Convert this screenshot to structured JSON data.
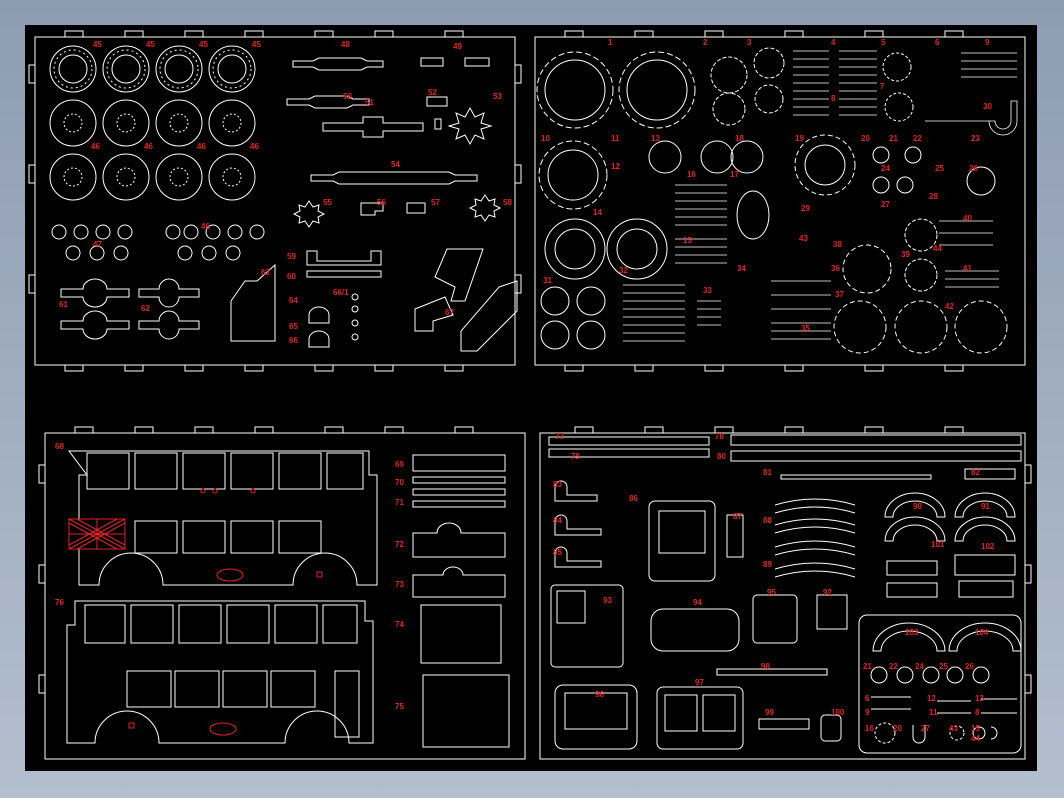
{
  "title": "",
  "sheets": [
    {
      "name": "sheet-top-left",
      "labels": [
        "45",
        "45",
        "45",
        "45",
        "46",
        "46",
        "46",
        "46",
        "46",
        "47",
        "48",
        "49",
        "50",
        "51",
        "52",
        "53",
        "54",
        "55",
        "56",
        "57",
        "58",
        "59",
        "60",
        "61",
        "62",
        "63",
        "64",
        "65",
        "66/1",
        "66",
        "67"
      ]
    },
    {
      "name": "sheet-top-right",
      "labels": [
        "1",
        "2",
        "3",
        "4",
        "5",
        "6",
        "7",
        "8",
        "9",
        "10",
        "11",
        "12",
        "13",
        "14",
        "15",
        "16",
        "17",
        "18",
        "19",
        "20",
        "21",
        "22",
        "23",
        "24",
        "25",
        "26",
        "27",
        "28",
        "29",
        "30",
        "31",
        "32",
        "33",
        "34",
        "35",
        "36",
        "37",
        "38",
        "39",
        "40",
        "41",
        "42",
        "43",
        "44"
      ]
    },
    {
      "name": "sheet-bottom-left",
      "labels": [
        "68",
        "69",
        "70",
        "71",
        "72",
        "73",
        "74",
        "75",
        "76"
      ]
    },
    {
      "name": "sheet-bottom-right",
      "labels": [
        "77",
        "78",
        "79",
        "80",
        "81",
        "82",
        "83",
        "84",
        "85",
        "86",
        "87",
        "88",
        "89",
        "90",
        "91",
        "92",
        "93",
        "94",
        "95",
        "96",
        "97",
        "98",
        "99",
        "100",
        "101",
        "102",
        "103",
        "104"
      ],
      "sub_labels": [
        "21",
        "22",
        "24",
        "25",
        "26",
        "6",
        "9",
        "12",
        "11",
        "13",
        "8",
        "15",
        "16",
        "20",
        "27",
        "43",
        "44"
      ]
    }
  ],
  "colors": {
    "background": "#000000",
    "outline": "#ffffff",
    "label": "#e0242a",
    "frame": "#a9b6c8"
  }
}
